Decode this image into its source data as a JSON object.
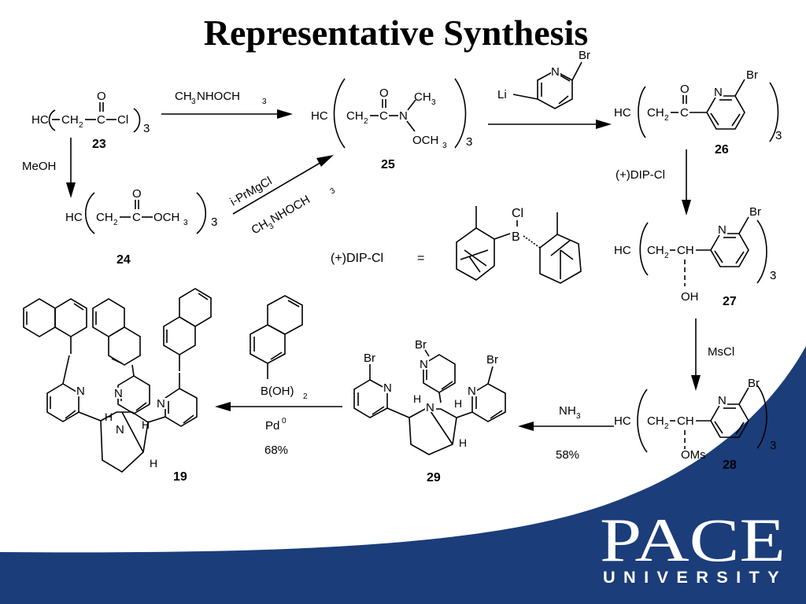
{
  "slide": {
    "title": "Representative Synthesis",
    "logo_main": "PACE",
    "logo_sub": "UNIVERSITY",
    "colors": {
      "background_blue": "#1b3d7a",
      "white": "#ffffff",
      "ink": "#000000"
    }
  },
  "compounds": {
    "c23": {
      "formula": "HC(CH2-CO-Cl)3",
      "number": "23"
    },
    "c24": {
      "formula": "HC(CH2-CO-OCH3)3",
      "number": "24"
    },
    "c25": {
      "formula": "HC(CH2-CO-N(CH3)OCH3)3",
      "number": "25"
    },
    "c26": {
      "formula": "HC(CH2-CO-(6-bromopyridin-2-yl))3",
      "number": "26"
    },
    "c27": {
      "formula": "HC(CH2-CH(OH)-(6-bromopyridin-2-yl))3",
      "number": "27"
    },
    "c28": {
      "formula": "HC(CH2-CH(OMs)-(6-bromopyridin-2-yl))3",
      "number": "28"
    },
    "c29": {
      "number": "29"
    },
    "c19": {
      "number": "19"
    }
  },
  "reagents": {
    "r1": "CH3NHOCH3",
    "r2": "MeOH",
    "r3a": "i-PrMgCl",
    "r3b": "CH3NHOCH3",
    "r4": "Li-(6-bromopyridin-2-yl)",
    "r5": "(+)DIP-Cl",
    "r6": "MsCl",
    "r7": "NH3",
    "r7_yield": "58%",
    "r8a": "B(OH)2",
    "r8b": "Pd0",
    "r8_yield": "68%"
  },
  "definition": {
    "label": "(+)DIP-Cl",
    "equals": "="
  },
  "atoms": {
    "HC": "HC",
    "CH2": "CH",
    "sub2": "2",
    "sub3": "3",
    "C": "C",
    "O": "O",
    "Cl": "Cl",
    "OCH": "OCH",
    "CH3": "CH",
    "N": "N",
    "Br": "Br",
    "Li": "Li",
    "CH": "CH",
    "OH": "OH",
    "OMs": "OMs",
    "B": "B",
    "H": "H",
    "Pd": "Pd",
    "sup0": "0",
    "NHOCH": "NHOCH",
    "BOH": "B(OH)"
  }
}
